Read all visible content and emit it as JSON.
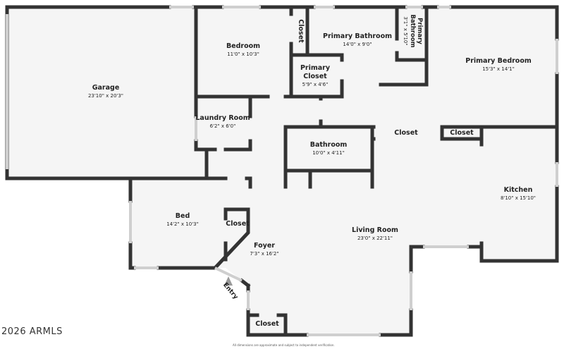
{
  "rooms": {
    "garage": {
      "name": "Garage",
      "dim": "23'10\" x 20'3\""
    },
    "bedroom": {
      "name": "Bedroom",
      "dim": "11'0\" x 10'3\""
    },
    "closet_top": {
      "name": "Closet"
    },
    "primary_bathroom": {
      "name": "Primary Bathroom",
      "dim": "14'0\" x 9'0\""
    },
    "primary_bathroom_small": {
      "name": "Primary Bathroom",
      "dim": "3'1\" x 5'10\""
    },
    "primary_bedroom": {
      "name": "Primary Bedroom",
      "dim": "15'3\" x 14'1\""
    },
    "primary_closet": {
      "name": "Primary Closet",
      "dim": "5'9\" x 4'6\""
    },
    "laundry_room": {
      "name": "Laundry Room",
      "dim": "6'2\" x 6'0\""
    },
    "closet_hall_1": {
      "name": "Closet"
    },
    "closet_hall_2": {
      "name": "Closet"
    },
    "bathroom": {
      "name": "Bathroom",
      "dim": "10'0\" x 4'11\""
    },
    "kitchen": {
      "name": "Kitchen",
      "dim": "8'10\" x 15'10\""
    },
    "bed": {
      "name": "Bed",
      "dim": "14'2\" x 10'3\""
    },
    "closet_bed": {
      "name": "Closet"
    },
    "foyer": {
      "name": "Foyer",
      "dim": "7'3\" x 16'2\""
    },
    "living_room": {
      "name": "Living Room",
      "dim": "23'0\" x 22'11\""
    },
    "closet_entry": {
      "name": "Closet"
    }
  },
  "entry_label": "Entry",
  "copyright": "2026 ARMLS",
  "disclaimer": "All dimensions are approximate and subject to independent verification.",
  "colors": {
    "wall": "#333333",
    "floor": "#f5f5f5",
    "entry_arrow": "#999999"
  }
}
